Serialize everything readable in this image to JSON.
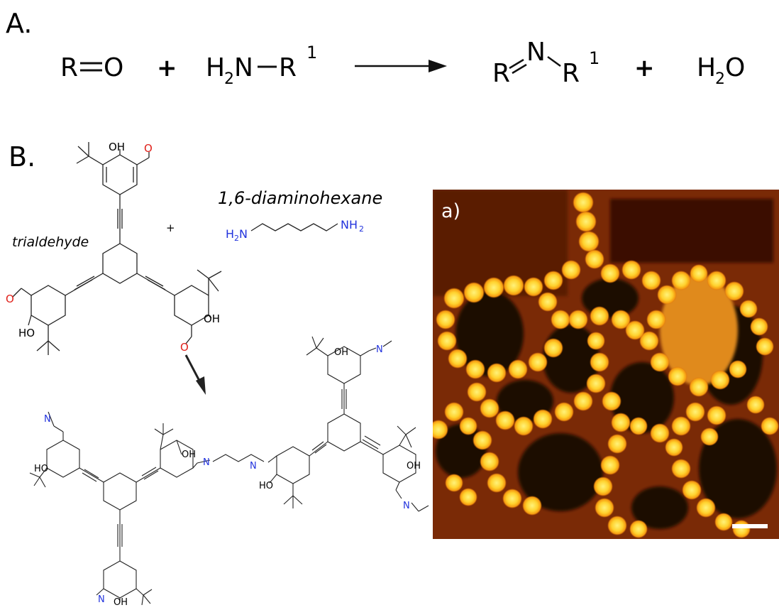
{
  "panels": {
    "a_label": "A.",
    "b_label": "B."
  },
  "reaction_a": {
    "r": "R",
    "o": "O",
    "plus": "+",
    "h": "H",
    "two": "2",
    "n": "N",
    "r1": "R",
    "one": "1",
    "product_r": "R",
    "product_n": "N",
    "product_r1": "R",
    "product_one": "1",
    "water_h": "H",
    "water_two": "2",
    "water_o": "O"
  },
  "scheme_b": {
    "trialdehyde": "trialdehyde",
    "diamine_name": "1,6-diaminohexane",
    "h2n": "H",
    "nh2": "NH",
    "sub2": "2",
    "plus": "+",
    "oh": "OH",
    "ho": "HO",
    "o": "O",
    "n": "N"
  },
  "stm_image": {
    "label": "a)"
  },
  "colors": {
    "oxygen": "#e0201a",
    "nitrogen": "#2233dd",
    "bond": "#222222",
    "stm_dark": "#2a0c02",
    "stm_bright": "#ffe34a"
  }
}
